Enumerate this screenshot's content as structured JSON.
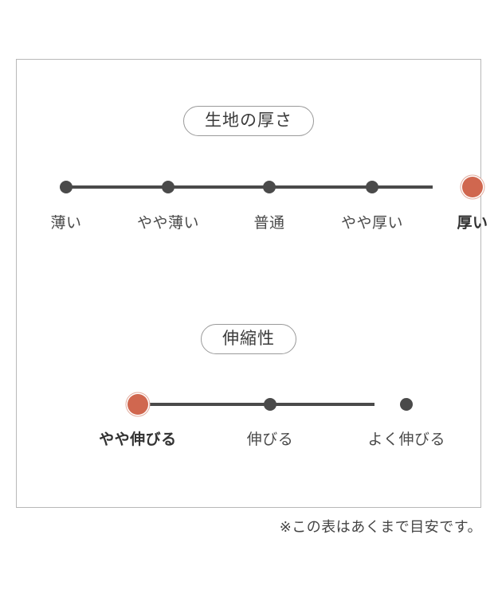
{
  "card": {
    "sections": [
      {
        "id": "thickness",
        "heading": "生地の厚さ",
        "selected_index": 4,
        "points": [
          {
            "label": "薄い",
            "x_pct": 0,
            "selected": false
          },
          {
            "label": "やや薄い",
            "x_pct": 25,
            "selected": false
          },
          {
            "label": "普通",
            "x_pct": 50,
            "selected": false
          },
          {
            "label": "やや厚い",
            "x_pct": 75,
            "selected": false
          },
          {
            "label": "厚い",
            "x_pct": 100,
            "selected": true
          }
        ]
      },
      {
        "id": "stretch",
        "heading": "伸縮性",
        "selected_index": 0,
        "points": [
          {
            "label": "やや伸びる",
            "x_pct": 0,
            "selected": true
          },
          {
            "label": "伸びる",
            "x_pct": 50,
            "selected": false
          },
          {
            "label": "よく伸びる",
            "x_pct": 100,
            "selected": false
          }
        ]
      }
    ]
  },
  "footnote": "※この表はあくまで目安です。",
  "colors": {
    "selected_marker": "#d0674f",
    "selected_ring": "#e2ac9e",
    "track": "#4a4a4a",
    "dot": "#4a4a4a",
    "border": "#b8b8b8",
    "pill_border": "#9a9a9a",
    "text": "#4a4a4a"
  }
}
